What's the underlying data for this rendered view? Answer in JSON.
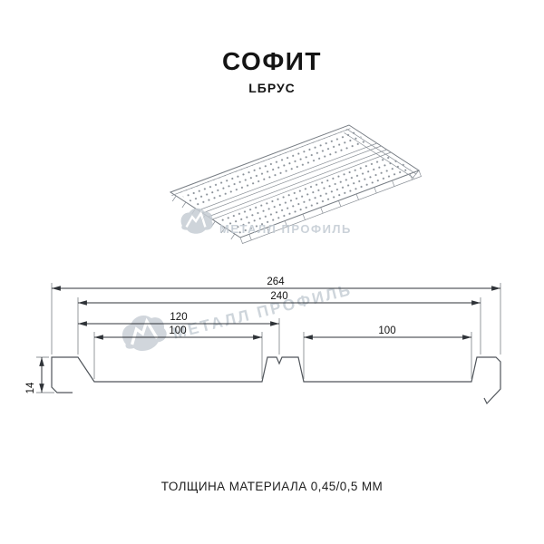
{
  "header": {
    "title": "СОФИТ",
    "subtitle": "LБРУС"
  },
  "watermark": {
    "brand": "МЕТАЛЛ ПРОФИЛЬ"
  },
  "drawing": {
    "dimensions": {
      "overall_width": "264",
      "working_width": "240",
      "module_width": "120",
      "left_pan_width": "100",
      "right_pan_width": "100",
      "profile_height": "14"
    }
  },
  "footer": {
    "thickness_note": "ТОЛЩИНА МАТЕРИАЛА 0,45/0,5 ММ"
  },
  "colors": {
    "line": "#50555b",
    "dimension": "#2f3338",
    "watermark": "#c3cbd3",
    "text": "#141414",
    "perforation": "#878e96"
  }
}
